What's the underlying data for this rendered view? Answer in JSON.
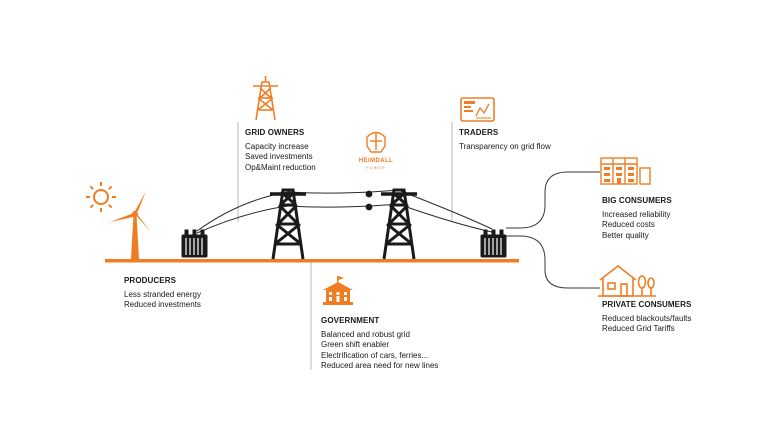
{
  "colors": {
    "accent": "#f07d24",
    "dark": "#1a1a1a",
    "line": "#5a5a5a"
  },
  "brand": {
    "name": "HEIMDALL",
    "tagline": "POWER",
    "icon": "viking-helmet-logo"
  },
  "groups": {
    "producers": {
      "title": "PRODUCERS",
      "icons": [
        "sun-icon",
        "wind-turbine-icon"
      ],
      "items": [
        "Less stranded energy",
        "Reduced investments"
      ]
    },
    "grid_owners": {
      "title": "GRID OWNERS",
      "icons": [
        "power-tower-icon"
      ],
      "items": [
        "Capacity increase",
        "Saved investments",
        "Op&Maint reduction"
      ]
    },
    "government": {
      "title": "GOVERNMENT",
      "icons": [
        "government-building-icon"
      ],
      "items": [
        "Balanced and robust grid",
        "Green shift enabler",
        "Electrification of cars, ferries...",
        "Reduced area need for new lines"
      ]
    },
    "traders": {
      "title": "TRADERS",
      "icons": [
        "trading-screen-icon"
      ],
      "items": [
        "Transparency on grid flow"
      ]
    },
    "big_consumers": {
      "title": "BIG CONSUMERS",
      "icons": [
        "factory-icon"
      ],
      "items": [
        "Increased reliability",
        "Reduced costs",
        "Better quality"
      ]
    },
    "private_consumers": {
      "title": "PRIVATE CONSUMERS",
      "icons": [
        "house-icon"
      ],
      "items": [
        "Reduced blackouts/faults",
        "Reduced Grid Tariffs"
      ]
    }
  }
}
